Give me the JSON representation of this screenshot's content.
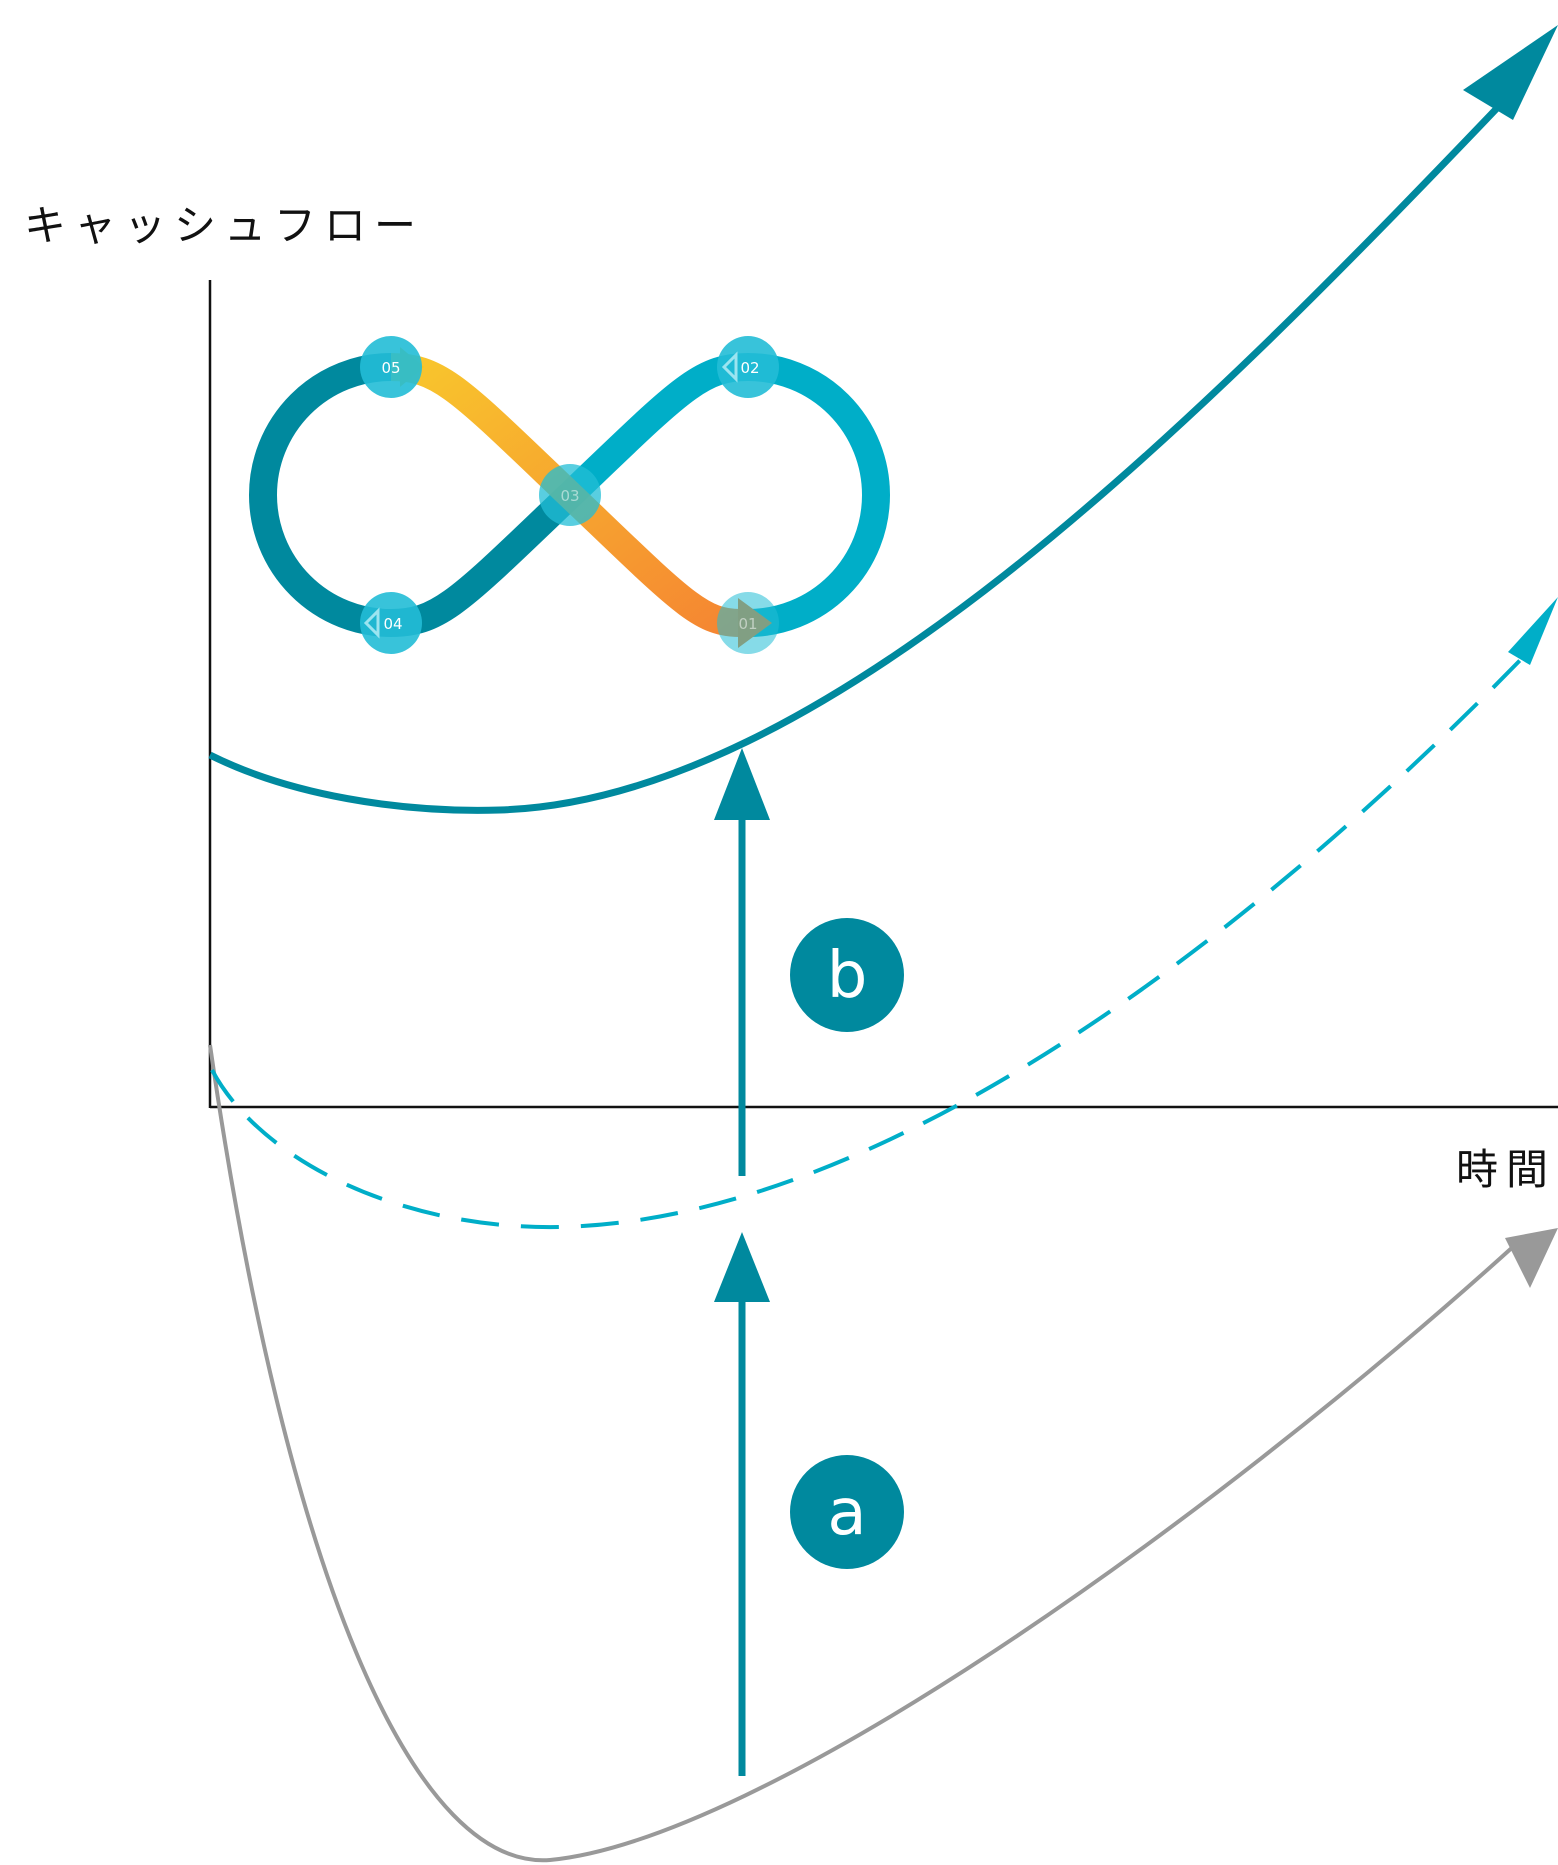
{
  "labels": {
    "y_axis": "キャッシュフロー",
    "x_axis": "時間"
  },
  "badges": {
    "a": "a",
    "b": "b"
  },
  "loop_nodes": [
    "01",
    "02",
    "03",
    "04",
    "05"
  ],
  "colors": {
    "teal_dark": "#00899e",
    "teal_light": "#00aec8",
    "node_fill": "#22bdd6",
    "gray": "#999999",
    "axis": "#111111",
    "orange_start": "#f8c21a",
    "orange_end": "#f47b20"
  }
}
